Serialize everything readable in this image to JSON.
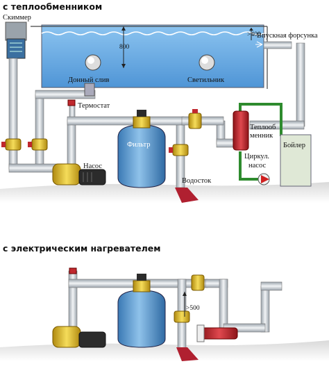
{
  "section1": {
    "heading": "с теплообменником",
    "labels": {
      "skimmer": "Скиммер",
      "depth": "800",
      "nozzle_distance": ">400",
      "inlet_nozzle": "Впускная форсунка",
      "bottom_drain": "Донный слив",
      "light": "Светильник",
      "thermostat": "Термостат",
      "heat_exchanger_1": "Теплооб",
      "heat_exchanger_2": "менник",
      "filter": "Фильтр",
      "boiler": "Бойлер",
      "circ_pump_1": "Циркул.",
      "circ_pump_2": "насос",
      "pump": "Насос",
      "drain": "Водосток"
    }
  },
  "section2": {
    "heading": "с электрическим нагревателем",
    "labels": {
      "height": ">500"
    }
  },
  "colors": {
    "water": "#6aaee8",
    "pipe": "#d8dde2",
    "valve": "#e8c020",
    "heater": "#c0282e",
    "boiler": "#dfe8d6",
    "green_pipe": "#2e8b2e",
    "drain": "#b02030"
  },
  "icons": [
    "skimmer-icon",
    "pool-light-icon",
    "bottom-drain-icon",
    "filter-tank-icon",
    "pump-icon",
    "valve-icon",
    "heat-exchanger-icon",
    "boiler-icon",
    "electric-heater-icon",
    "thermostat-icon"
  ]
}
